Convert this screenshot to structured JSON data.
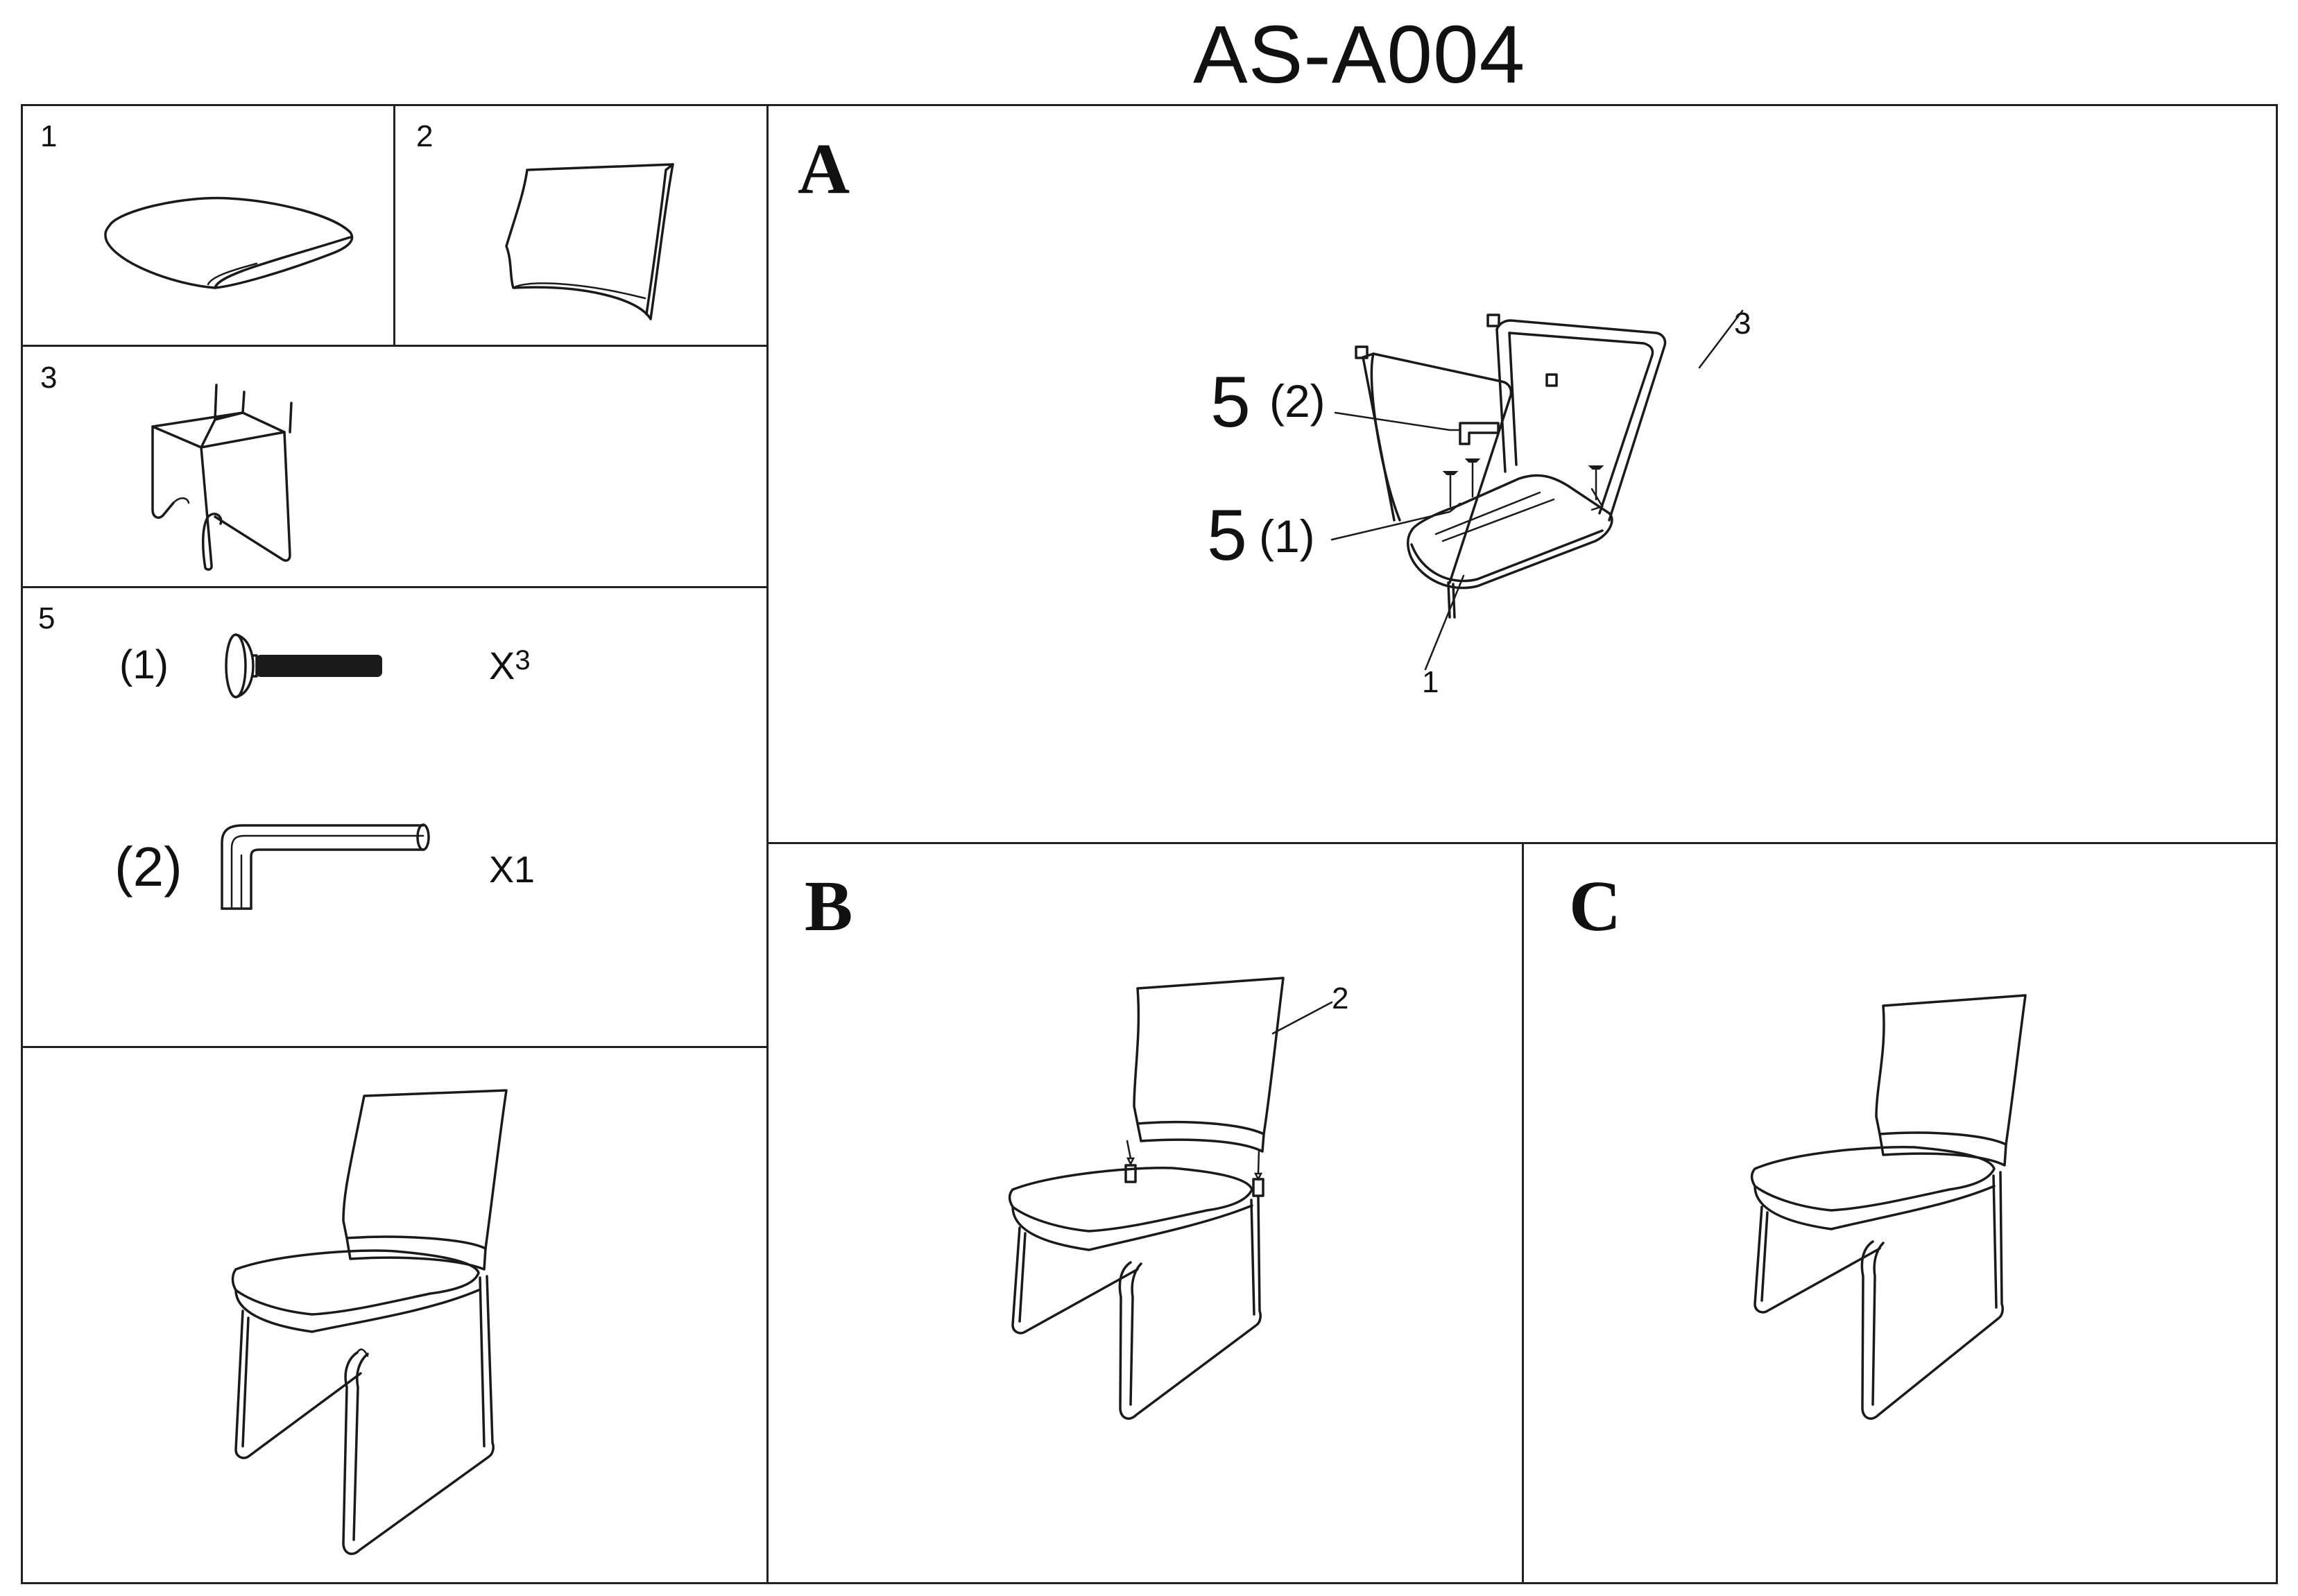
{
  "title": "AS-A004",
  "parts": {
    "seat_number": "1",
    "back_number": "2",
    "frame_number": "3",
    "hardware_number": "5"
  },
  "hardware": {
    "bolt_label": "(1)",
    "bolt_qty_prefix": "X",
    "bolt_qty_value": "3",
    "key_label": "(2)",
    "key_qty": "X1"
  },
  "steps": {
    "a": {
      "letter": "A",
      "hw_key_num": "5",
      "hw_key_sub": "(2)",
      "hw_bolt_num": "5",
      "hw_bolt_sub": "(1)",
      "callout_frame": "3",
      "callout_seat": "1"
    },
    "b": {
      "letter": "B",
      "callout_back": "2"
    },
    "c": {
      "letter": "C"
    }
  }
}
